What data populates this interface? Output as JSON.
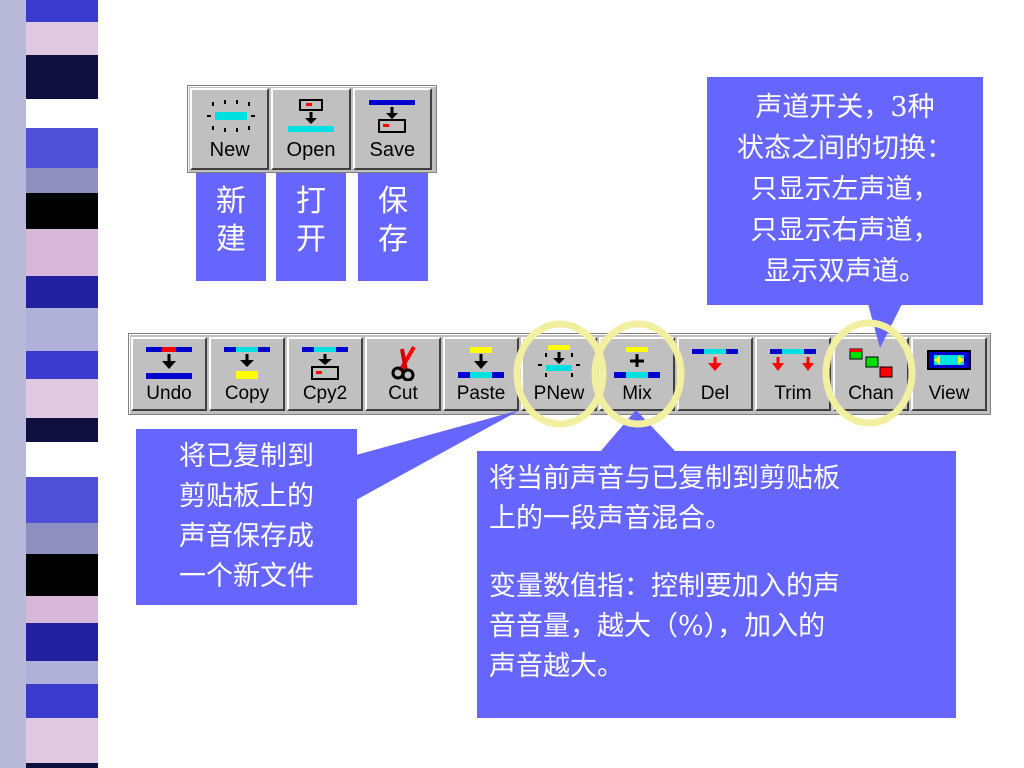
{
  "file_toolbar": {
    "buttons": [
      {
        "label": "New",
        "icon": "new-icon"
      },
      {
        "label": "Open",
        "icon": "open-icon"
      },
      {
        "label": "Save",
        "icon": "save-icon"
      }
    ]
  },
  "file_labels": [
    {
      "line1": "新",
      "line2": "建"
    },
    {
      "line1": "打",
      "line2": "开"
    },
    {
      "line1": "保",
      "line2": "存"
    }
  ],
  "edit_toolbar": {
    "buttons": [
      {
        "label": "Undo",
        "icon": "undo-icon"
      },
      {
        "label": "Copy",
        "icon": "copy-icon"
      },
      {
        "label": "Cpy2",
        "icon": "copy2-icon"
      },
      {
        "label": "Cut",
        "icon": "scissors-icon"
      },
      {
        "label": "Paste",
        "icon": "paste-icon"
      },
      {
        "label": "PNew",
        "icon": "paste-new-icon"
      },
      {
        "label": "Mix",
        "icon": "mix-icon"
      },
      {
        "label": "Del",
        "icon": "delete-icon"
      },
      {
        "label": "Trim",
        "icon": "trim-icon"
      },
      {
        "label": "Chan",
        "icon": "channel-icon"
      },
      {
        "label": "View",
        "icon": "view-icon"
      }
    ]
  },
  "callouts": {
    "channel": {
      "lines": [
        "声道开关，3种",
        "状态之间的切换：",
        "只显示左声道，",
        "只显示右声道，",
        "显示双声道。"
      ]
    },
    "pnew": {
      "lines": [
        "将已复制到",
        "剪贴板上的",
        "声音保存成",
        "一个新文件"
      ]
    },
    "mix": {
      "para1": [
        "将当前声音与已复制到剪贴板",
        "上的一段声音混合。"
      ],
      "para2": [
        "变量数值指：控制要加入的声",
        "音音量，越大（%），加入的",
        "声音越大。"
      ]
    }
  },
  "colors": {
    "callout_bg": "#6666ff",
    "highlight_ring": "#f2f0a0",
    "toolbar_bg": "#c0c0c0"
  }
}
